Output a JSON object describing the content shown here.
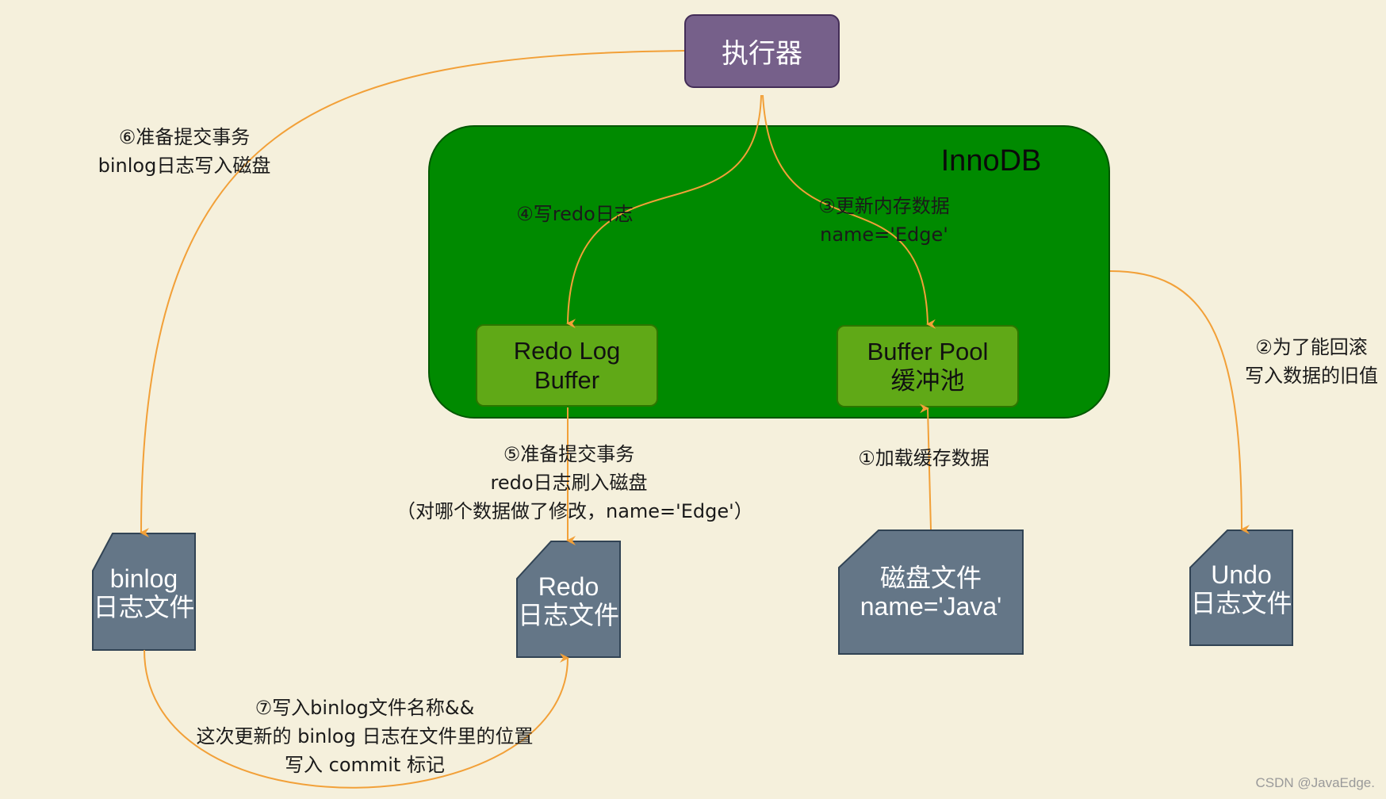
{
  "executor": {
    "label": "执行器"
  },
  "innodb": {
    "title": "InnoDB",
    "redo_log_buffer": {
      "line1": "Redo Log",
      "line2": "Buffer"
    },
    "buffer_pool": {
      "line1": "Buffer Pool",
      "line2": "缓冲池"
    }
  },
  "files": {
    "binlog": {
      "line1": "binlog",
      "line2": "日志文件"
    },
    "redo": {
      "line1": "Redo",
      "line2": "日志文件"
    },
    "disk": {
      "line1": "磁盘文件",
      "line2": "name='Java'"
    },
    "undo": {
      "line1": "Undo",
      "line2": "日志文件"
    }
  },
  "steps": {
    "step1": "①加载缓存数据",
    "step2": {
      "line1": "②为了能回滚",
      "line2": "写入数据的旧值"
    },
    "step3": {
      "line1": "③更新内存数据",
      "line2": "name='Edge'"
    },
    "step4": "④写redo日志",
    "step5": {
      "line1": "⑤准备提交事务",
      "line2": "redo日志刷入磁盘",
      "line3": "（对哪个数据做了修改，name='Edge'）"
    },
    "step6": {
      "line1": "⑥准备提交事务",
      "line2": "binlog日志写入磁盘"
    },
    "step7": {
      "line1": "⑦写入binlog文件名称&&",
      "line2": "这次更新的 binlog 日志在文件里的位置",
      "line3": "写入 commit 标记"
    }
  },
  "colors": {
    "background": "#f5f0dc",
    "arrow": "#f2a038",
    "executor_fill": "#76608a",
    "innodb_fill": "#008a00",
    "inner_fill": "#60a917",
    "file_fill": "#647687"
  },
  "watermark": "CSDN @JavaEdge."
}
